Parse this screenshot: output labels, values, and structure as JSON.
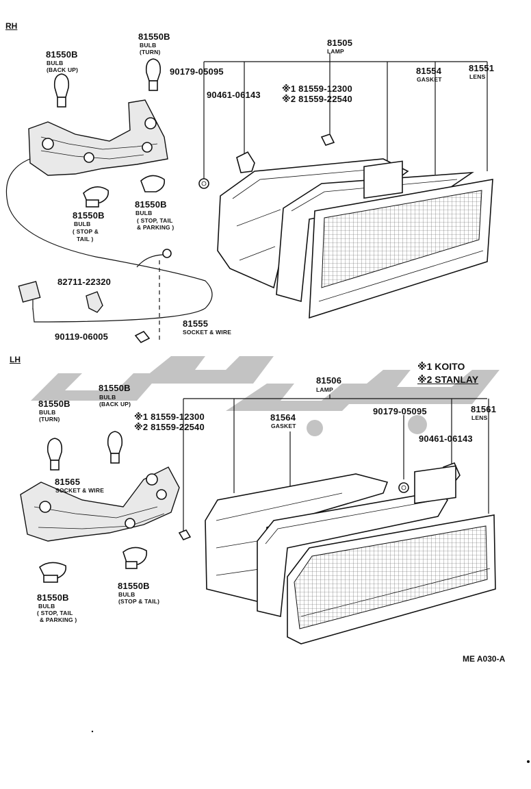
{
  "sections": {
    "rh": "RH",
    "lh": "LH"
  },
  "rh": {
    "bulb_backup": {
      "num": "81550B",
      "l1": "BULB",
      "l2": "(BACK UP)"
    },
    "bulb_turn": {
      "num": "81550B",
      "l1": "BULB",
      "l2": "(TURN)"
    },
    "lamp": {
      "num": "81505",
      "l1": "LAMP"
    },
    "clip": {
      "num": "90179-05095"
    },
    "screw": {
      "num": "90461-06143"
    },
    "screw_alt1": {
      "num": "※1 81559-12300"
    },
    "screw_alt2": {
      "num": "※2 81559-22540"
    },
    "gasket": {
      "num": "81554",
      "l1": "GASKET"
    },
    "lens": {
      "num": "81551",
      "l1": "LENS"
    },
    "bulb_stop": {
      "num": "81550B",
      "l1": "BULB",
      "l2": "( STOP &",
      "l3": "TAIL )"
    },
    "bulb_park": {
      "num": "81550B",
      "l1": "BULB",
      "l2": "( STOP, TAIL",
      "l3": "& PARKING )"
    },
    "connector": {
      "num": "82711-22320"
    },
    "socket": {
      "num": "81555",
      "l1": "SOCKET & WIRE"
    },
    "bolt": {
      "num": "90119-06005"
    }
  },
  "makers": {
    "m1": "※1 KOITO",
    "m2": "※2 STANLAY"
  },
  "lh": {
    "bulb_turn": {
      "num": "81550B",
      "l1": "BULB",
      "l2": "(TURN)"
    },
    "bulb_backup": {
      "num": "81550B",
      "l1": "BULB",
      "l2": "(BACK UP)"
    },
    "screw_alt1": {
      "num": "※1 81559-12300"
    },
    "screw_alt2": {
      "num": "※2 81559-22540"
    },
    "lamp": {
      "num": "81506",
      "l1": "LAMP"
    },
    "gasket": {
      "num": "81564",
      "l1": "GASKET"
    },
    "clip": {
      "num": "90179-05095"
    },
    "lens": {
      "num": "81561",
      "l1": "LENS"
    },
    "screw": {
      "num": "90461-06143"
    },
    "socket": {
      "num": "81565",
      "l1": "SOCKET & WIRE"
    },
    "bulb_park": {
      "num": "81550B",
      "l1": "BULB",
      "l2": "( STOP, TAIL",
      "l3": "& PARKING )"
    },
    "bulb_stop": {
      "num": "81550B",
      "l1": "BULB",
      "l2": "(STOP & TAIL)"
    }
  },
  "footer": {
    "code": "ME A030-A"
  },
  "colors": {
    "ink": "#111111",
    "watermark": "#bdbdbd",
    "paper": "#ffffff"
  }
}
